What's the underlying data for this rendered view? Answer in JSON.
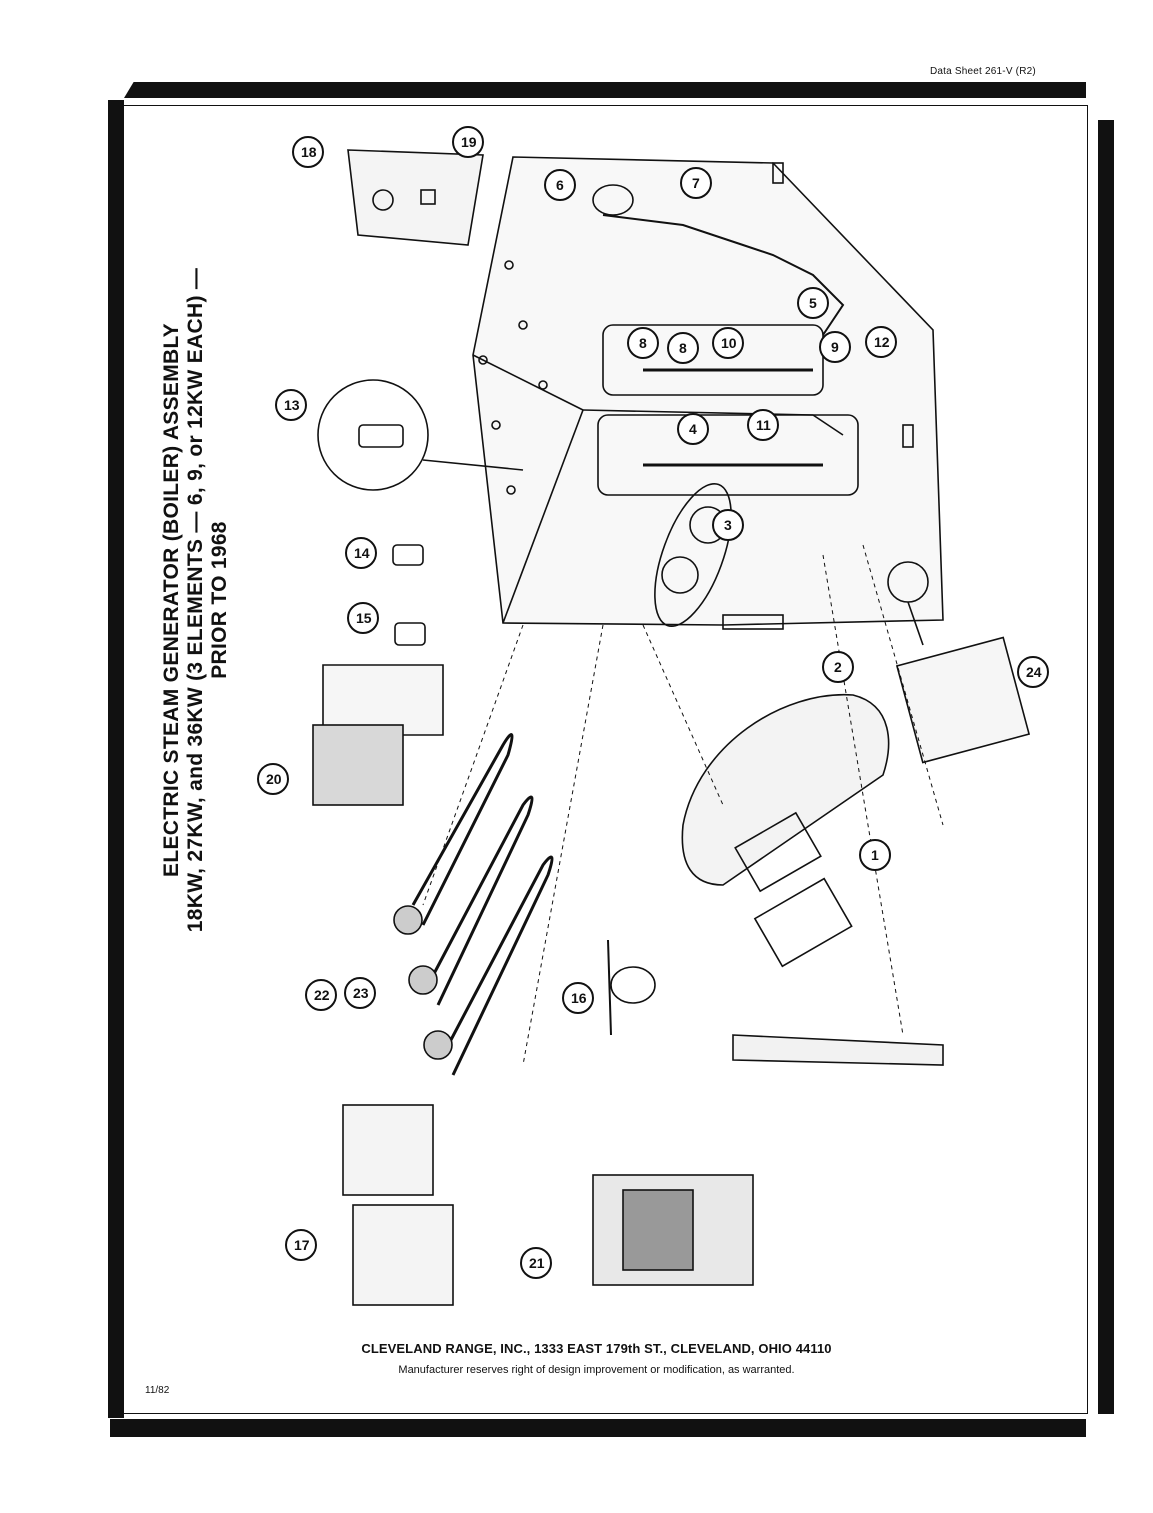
{
  "header": {
    "sheet_ref": "Data Sheet 261-V (R2)"
  },
  "title": {
    "line1": "ELECTRIC STEAM GENERATOR (BOILER) ASSEMBLY",
    "line2": "18KW, 27KW, and 36KW (3 ELEMENTS — 6, 9, or 12KW EACH) —",
    "line3": "PRIOR TO 1968"
  },
  "callouts": [
    "1",
    "2",
    "3",
    "4",
    "5",
    "6",
    "7",
    "8",
    "8",
    "9",
    "10",
    "11",
    "12",
    "13",
    "14",
    "15",
    "16",
    "17",
    "18",
    "19",
    "20",
    "21",
    "22",
    "23",
    "24"
  ],
  "footer": {
    "company": "CLEVELAND RANGE, INC., 1333 EAST 179th ST., CLEVELAND, OHIO 44110",
    "note": "Manufacturer reserves right of design improvement or modification, as warranted.",
    "date_code": "11/82"
  },
  "colors": {
    "ink": "#111111",
    "paper": "#ffffff"
  }
}
